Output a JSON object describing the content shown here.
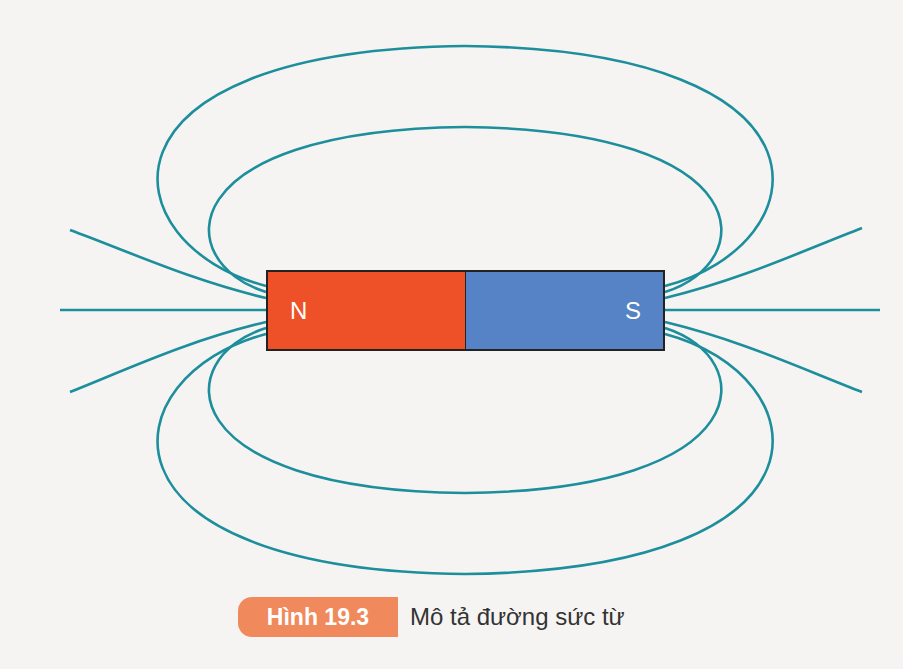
{
  "diagram": {
    "caption": "Mô tả đường sức từ",
    "nodes": [
      {
        "text": [
          "N"
        ]
      },
      {
        "text": [
          "S"
        ]
      },
      {
        "text": [
          "Hình 19.3"
        ]
      }
    ]
  }
}
